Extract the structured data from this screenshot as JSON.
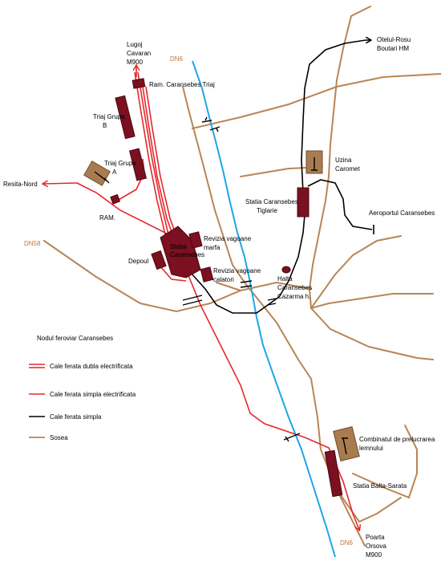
{
  "title": "Nodul feroviar Caransebes",
  "colors": {
    "road": "#b98555",
    "river": "#1ea6e6",
    "electrified": "#e8262b",
    "simple": "#000000",
    "station": "#7a1020",
    "industry": "#a97c50",
    "road_label": "#c0773a"
  },
  "destinations": {
    "north_l1": "Lugoj",
    "north_l2": "Cavaran",
    "north_l3": "M900",
    "northeast_l1": "Otelul-Rosu",
    "northeast_l2": "Boutari HM",
    "west": "Resita-Nord",
    "south_l1": "Poarta",
    "south_l2": "Orsova",
    "south_l3": "M900",
    "airport": "Aeroportul Caransebes"
  },
  "roads": {
    "dn6_north": "DN6",
    "dn6_south": "DN6",
    "dn58": "DN58"
  },
  "stations": {
    "ram_triaj": "Ram. Caransebes Triaj",
    "triaj_b_l1": "Triaj Grupa",
    "triaj_b_l2": "B",
    "triaj_a_l1": "Triaj Grupa",
    "triaj_a_l2": "A",
    "ram": "RAM.",
    "statia_l1": "Statia",
    "statia_l2": "Caransebes",
    "depoul": "Depoul",
    "rev_marfa_l1": "Revizia vagoane",
    "rev_marfa_l2": "marfa",
    "rev_calatori_l1": "Revizia vagoane",
    "rev_calatori_l2": "calatori",
    "tiglarie_l1": "Statia Caransebes",
    "tiglarie_l2": "Tiglarie",
    "uzina_l1": "Uzina",
    "uzina_l2": "Caromet",
    "halta_l1": "Halta",
    "halta_l2": "Caransebes",
    "halta_l3": "Cazarma h.",
    "combinat_l1": "Combinatul de prelucrarea",
    "combinat_l2": "lemnului",
    "balta_sarata": "Statia Balta-Sarata"
  },
  "legend": {
    "double_electric": "Cale ferata dubla electrificata",
    "single_electric": "Cale ferata simpla electrificata",
    "simple": "Cale ferata simpla",
    "road": "Sosea"
  }
}
